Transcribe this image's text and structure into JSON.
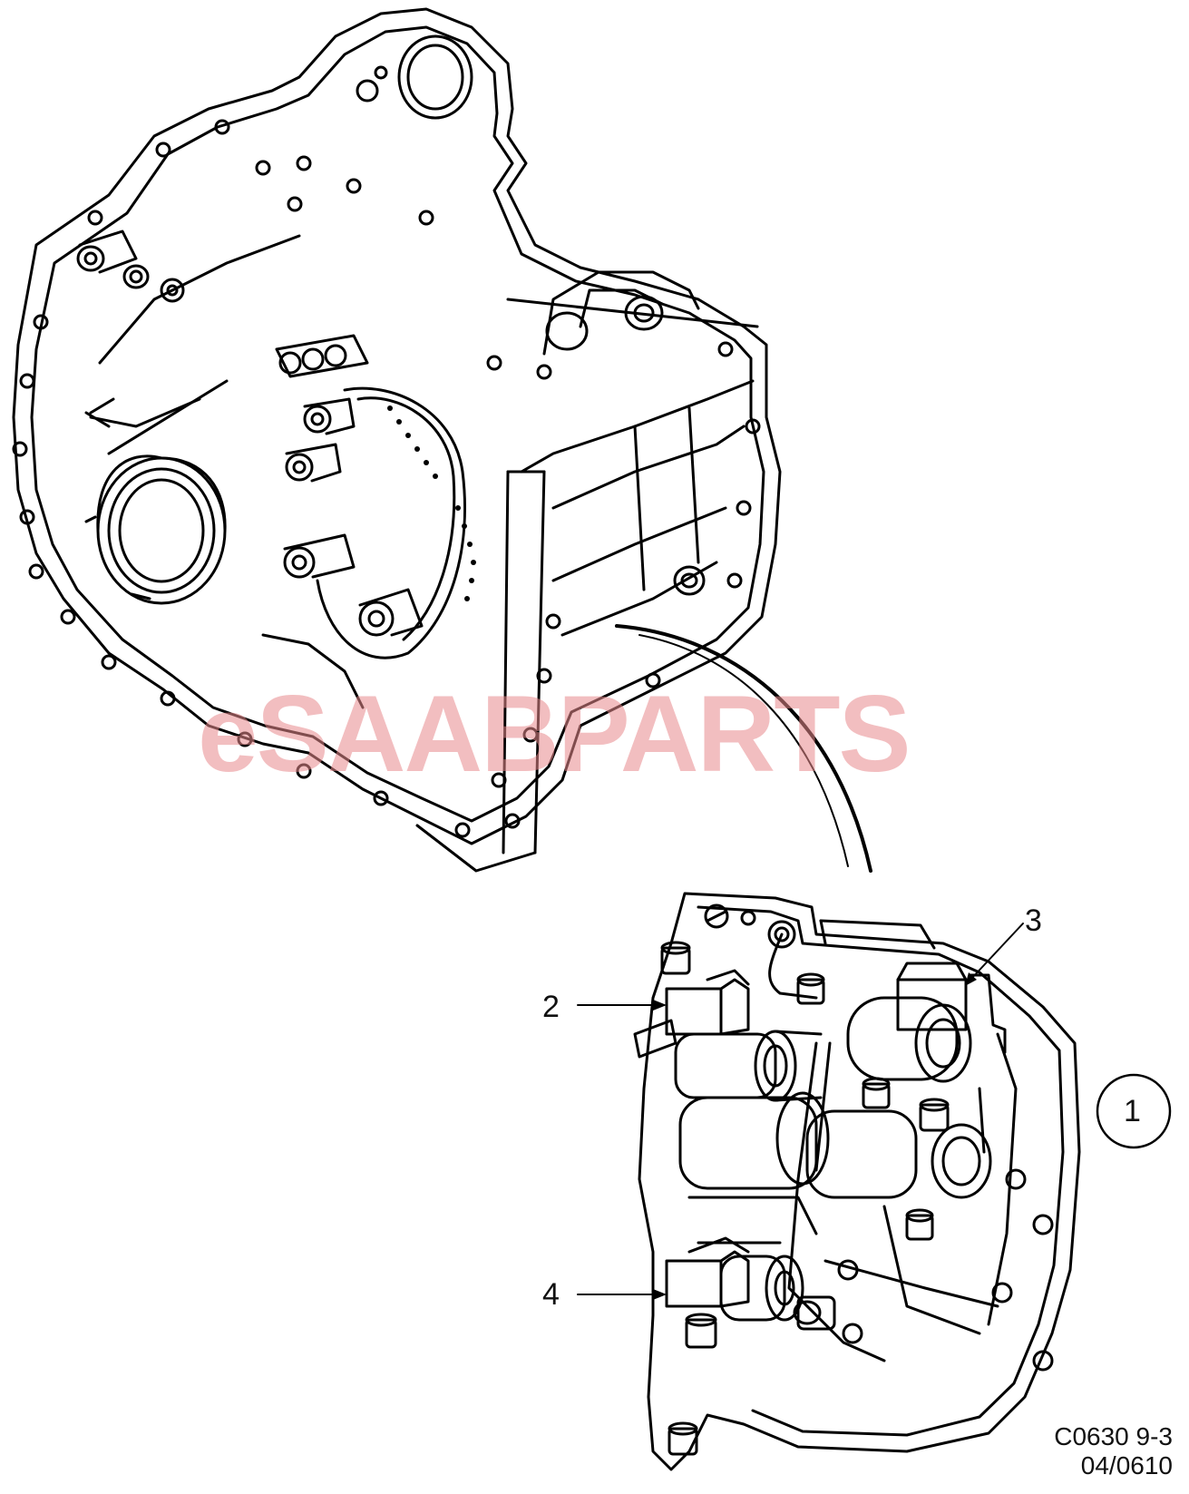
{
  "watermark": {
    "prefix": "eSAAB",
    "suffix": "PARTS",
    "color": "#e98a8d"
  },
  "callouts": [
    {
      "label": "1",
      "circled": true
    },
    {
      "label": "2",
      "circled": false
    },
    {
      "label": "3",
      "circled": false
    },
    {
      "label": "4",
      "circled": false
    }
  ],
  "drawing_code": {
    "line1": "C0630 9-3",
    "line2": "04/0610"
  },
  "line_color": "#000000"
}
